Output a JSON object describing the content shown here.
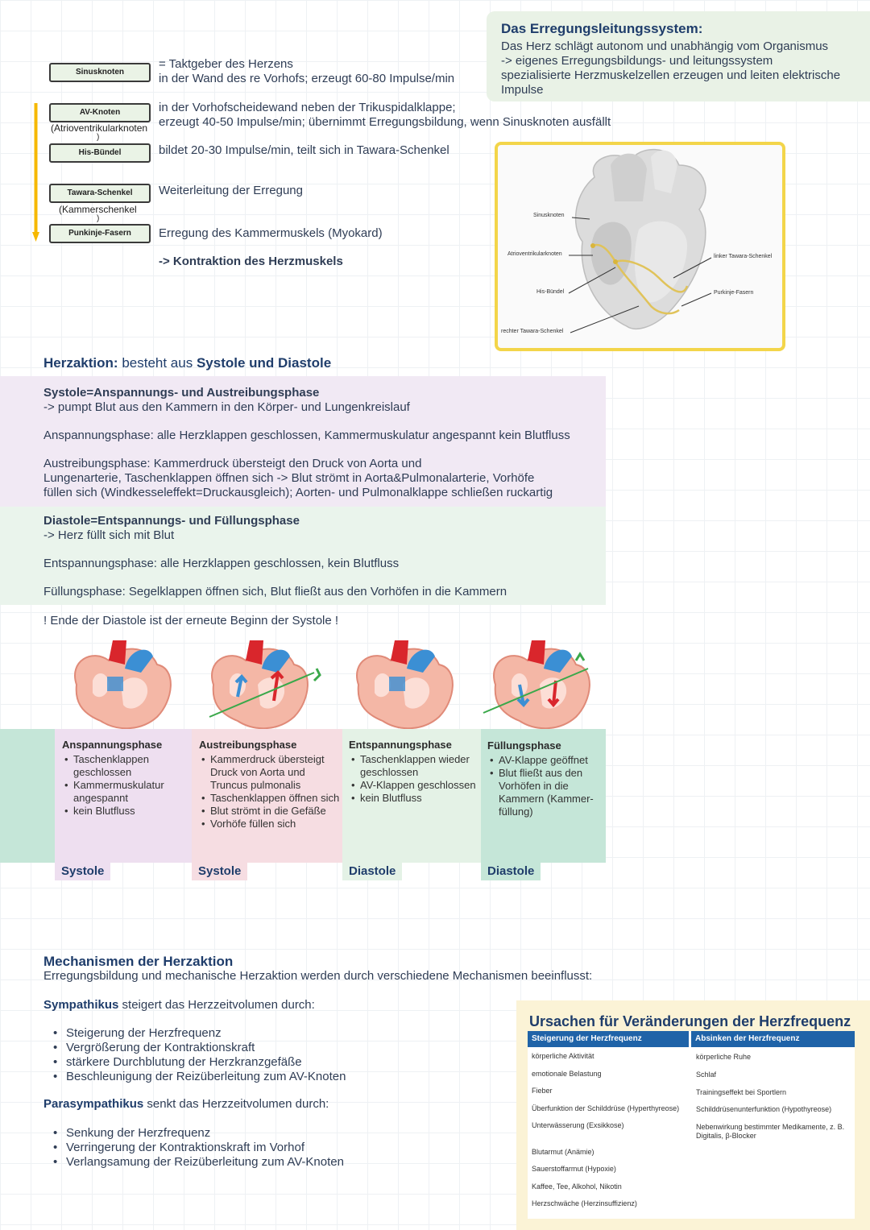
{
  "conduction": {
    "nodes": [
      {
        "label": "Sinusknoten",
        "sub": ""
      },
      {
        "label": "AV-Knoten",
        "sub": "(Atrioventrikularknoten"
      },
      {
        "label": "His-Bündel",
        "sub": ""
      },
      {
        "label": "Tawara-Schenkel",
        "sub": "(Kammerschenkel"
      },
      {
        "label": "Punkinje-Fasern",
        "sub": ""
      }
    ],
    "descriptions": {
      "sinus_line1": "= Taktgeber des Herzens",
      "sinus_line2": "in der Wand des re Vorhofs; erzeugt 60-80 Impulse/min",
      "av_line1": "in der Vorhofscheidewand neben der Trikuspidalklappe;",
      "av_line2": "erzeugt 40-50 Impulse/min; übernimmt Erregungsbildung, wenn Sinusknoten ausfällt",
      "his": "bildet 20-30 Impulse/min, teilt sich in Tawara-Schenkel",
      "tawara": "Weiterleitung der Erregung",
      "purkinje": "Erregung des Kammermuskels (Myokard)",
      "result": "-> Kontraktion des Herzmuskels"
    },
    "paren_close": ")"
  },
  "info_box": {
    "title": "Das Erregungsleitungssystem:",
    "line1": "Das Herz schlägt autonom und unabhängig vom Organismus",
    "line2": "-> eigenes Erregungsbildungs- und leitungssystem",
    "line3": "spezialisierte Herzmuskelzellen erzeugen und leiten elektrische",
    "line4": "Impulse"
  },
  "figure_labels": {
    "sinusknoten": "Sinusknoten",
    "av": "Atrioventrikularknoten",
    "his": "His-Bündel",
    "rechter": "rechter Tawara-Schenkel",
    "linker": "linker Tawara-Schenkel",
    "purkinje": "Purkinje-Fasern"
  },
  "herzaktion": {
    "title_bold": "Herzaktion:",
    "title_mid": "besteht aus",
    "title_bold2": "Systole und Diastole",
    "systole_title": "Systole=Anspannungs- und Austreibungsphase",
    "systole_sub": "-> pumpt Blut aus den Kammern in den Körper- und Lungenkreislauf",
    "anspannung": "Anspannungsphase: alle Herzklappen geschlossen, Kammermuskulatur angespannt kein Blutfluss",
    "austreibung1": "Austreibungsphase: Kammerdruck übersteigt den Druck von Aorta und",
    "austreibung2": "Lungenarterie, Taschenklappen öffnen sich -> Blut strömt in Aorta&Pulmonalarterie, Vorhöfe",
    "austreibung3": "füllen sich (Windkesseleffekt=Druckausgleich); Aorten- und Pulmonalklappe schließen ruckartig",
    "diastole_title": "Diastole=Entspannungs- und Füllungsphase",
    "diastole_sub": "-> Herz füllt sich mit Blut",
    "entspannung": "Entspannungsphase: alle Herzklappen geschlossen, kein Blutfluss",
    "fuellung": "Füllungsphase: Segelklappen öffnen sich, Blut fließt aus den Vorhöfen in die Kammern",
    "note": "! Ende der Diastole ist der erneute Beginn der Systole !"
  },
  "phases": [
    {
      "title": "Anspannungsphase",
      "items": [
        "Taschenklappen geschlossen",
        "Kammermuskulatur angespannt",
        "kein Blutfluss"
      ],
      "tag": "Systole"
    },
    {
      "title": "Austreibungsphase",
      "items": [
        "Kammerdruck übersteigt Druck von Aorta und Truncus pulmonalis",
        "Taschenklappen öffnen sich",
        "Blut strömt in die Gefäße",
        "Vorhöfe füllen sich"
      ],
      "tag": "Systole"
    },
    {
      "title": "Entspannungsphase",
      "items": [
        "Taschenklappen wieder geschlossen",
        "AV-Klappen geschlossen",
        "kein Blutfluss"
      ],
      "tag": "Diastole"
    },
    {
      "title": "Füllungsphase",
      "items": [
        "AV-Klappe geöffnet",
        "Blut fließt aus den Vorhöfen in die Kammern (Kammer-füllung)"
      ],
      "tag": "Diastole"
    }
  ],
  "mechanismen": {
    "title": "Mechanismen der Herzaktion",
    "intro": "Erregungsbildung und mechanische Herzaktion werden durch verschiedene Mechanismen beeinflusst:",
    "sym_bold": "Sympathikus",
    "sym_rest": "steigert das Herzzeitvolumen durch:",
    "sym_items": [
      "Steigerung der Herzfrequenz",
      "Vergrößerung der Kontraktionskraft",
      "stärkere Durchblutung der Herzkranzgefäße",
      "Beschleunigung der Reizüberleitung zum AV-Knoten"
    ],
    "para_bold": "Parasympathikus",
    "para_rest": "senkt das Herzzeitvolumen durch:",
    "para_items": [
      "Senkung der Herzfrequenz",
      "Verringerung der Kontraktionskraft im Vorhof",
      "Verlangsamung der Reizüberleitung zum AV-Knoten"
    ]
  },
  "table": {
    "title": "Ursachen für Veränderungen der Herzfrequenz",
    "col1": "Steigerung der Herzfrequenz",
    "col2": "Absinken der Herzfrequenz",
    "left": [
      "körperliche Aktivität",
      "emotionale Belastung",
      "Fieber",
      "Überfunktion der Schilddrüse (Hyperthyreose)",
      "Unterwässerung (Exsikkose)",
      "Blutarmut (Anämie)",
      "Sauerstoffarmut (Hypoxie)",
      "Kaffee, Tee, Alkohol, Nikotin",
      "Herzschwäche (Herzinsuffizienz)"
    ],
    "right": [
      "körperliche Ruhe",
      "Schlaf",
      "Trainingseffekt bei Sportlern",
      "Schilddrüsenunterfunktion (Hypothyreose)",
      "Nebenwirkung bestimmter Medikamente, z. B.",
      "Digitalis, β-Blocker"
    ]
  },
  "colors": {
    "navy": "#1f3d6b",
    "systole_bg": "#f1e9f4",
    "diastole_bg": "#eaf4ec",
    "yellow": "#f3d54a"
  }
}
